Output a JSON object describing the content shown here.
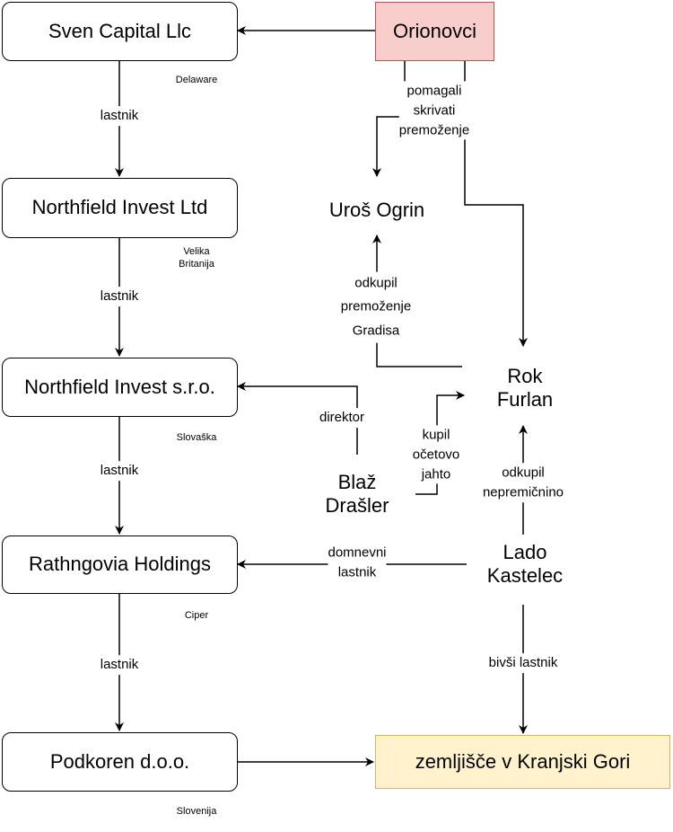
{
  "nodes": {
    "sven": "Sven Capital Llc",
    "northfield_ltd": "Northfield Invest Ltd",
    "northfield_sro": "Northfield Invest s.r.o.",
    "rathngovia": "Rathngovia Holdings",
    "podkoren": "Podkoren d.o.o.",
    "orionovci": "Orionovci",
    "uros": "Uroš Ogrin",
    "rok": "Rok\nFurlan",
    "blaz": "Blaž\nDrašler",
    "lado": "Lado\nKastelec",
    "zemljisce": "zemljišče v Kranjski Gori"
  },
  "countries": {
    "delaware": "Delaware",
    "velika_britanija": "Velika\nBritanija",
    "slovaska": "Slovaška",
    "ciper": "Ciper",
    "slovenija": "Slovenija"
  },
  "edges": {
    "lastnik_1": "lastnik",
    "lastnik_2": "lastnik",
    "lastnik_3": "lastnik",
    "lastnik_4": "lastnik",
    "pomagali": "pomagali\nskrivati\npremoženje",
    "odkupil_premozenje": "odkupil\npremoženje\nGradisa",
    "direktor": "direktor",
    "kupil_jahto": "kupil\nočetovo\njahto",
    "odkupil_nepremicnino": "odkupil\nnepremičnino",
    "domnevni_lastnik": "domnevni\nlastnik",
    "bivsi_lastnik": "bivši lastnik"
  },
  "colors": {
    "orionovci_fill": "#f8cecc",
    "orionovci_stroke": "#b85450",
    "zemljisce_fill": "#fff2cc",
    "zemljisce_stroke": "#d6b656"
  }
}
